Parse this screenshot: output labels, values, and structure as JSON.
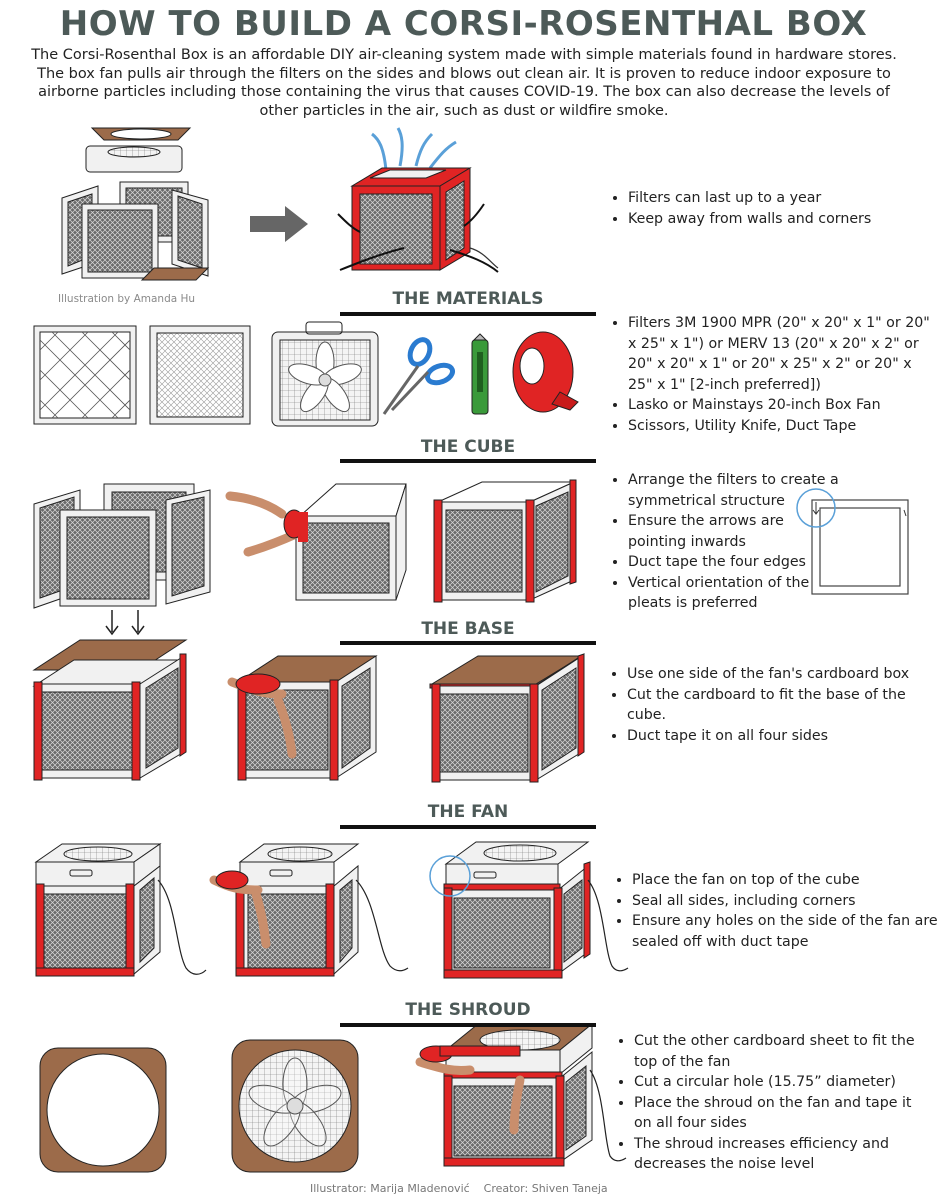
{
  "title": "HOW TO BUILD A CORSI-ROSENTHAL BOX",
  "intro": "The Corsi-Rosenthal Box is an affordable DIY air-cleaning system made with simple materials found in hardware stores. The box fan pulls air through the filters on the sides and blows out clean air. It is proven to reduce indoor exposure to airborne particles including those containing the virus that causes COVID-19. The box can also decrease the levels of other particles in the air, such as dust or wildfire smoke.",
  "illustration_credit": "Illustration by Amanda Hu",
  "footer": {
    "illustrator": "Illustrator: Marija Mladenović",
    "creator": "Creator: Shiven Taneja"
  },
  "overview_bullets": [
    "Filters can last up to a year",
    "Keep away from walls and corners"
  ],
  "sections": {
    "materials": {
      "heading": "THE MATERIALS",
      "bullets": [
        "Filters  3M 1900 MPR (20\" x 20\" x 1\" or 20\" x 25\" x 1\") or MERV 13 (20\" x 20\" x 2\" or 20\" x 20\" x 1\" or 20\" x 25\" x 2\" or 20\" x 25\" x 1\" [2-inch preferred])",
        "Lasko or Mainstays 20-inch Box Fan",
        "Scissors, Utility Knife, Duct Tape"
      ]
    },
    "cube": {
      "heading": "THE CUBE",
      "bullets": [
        "Arrange the filters to create a symmetrical structure",
        "Ensure the arrows are pointing inwards",
        "Duct tape the four edges",
        "Vertical orientation of the pleats is preferred"
      ]
    },
    "base": {
      "heading": "THE BASE",
      "bullets": [
        "Use one side of the fan's cardboard box",
        "Cut the cardboard to fit the base of the cube.",
        "Duct tape it on all four sides"
      ]
    },
    "fan": {
      "heading": "THE FAN",
      "bullets": [
        "Place the fan on top of the cube",
        "Seal all sides, including corners",
        "Ensure any holes on the side of the fan are sealed off with duct tape"
      ]
    },
    "shroud": {
      "heading": "THE SHROUD",
      "bullets": [
        "Cut the other cardboard sheet to fit the top of the fan",
        "Cut a circular hole (15.75” diameter)",
        "Place the shroud on the fan and tape it on all four sides",
        "The shroud increases efficiency and decreases the noise level"
      ]
    }
  },
  "colors": {
    "title": "#4d5a58",
    "tape_red": "#e02424",
    "cardboard": "#9c6b4a",
    "filter_frame": "#f1f1f1",
    "mesh": "#444444",
    "rule": "#111111"
  }
}
